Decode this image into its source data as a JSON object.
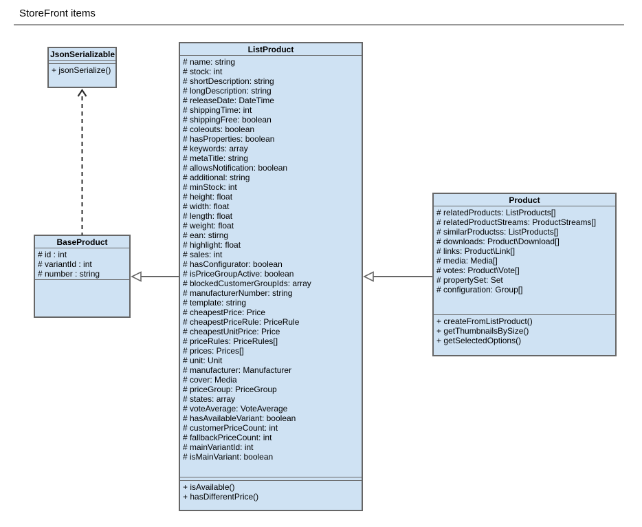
{
  "page": {
    "title": "StoreFront items"
  },
  "classes": {
    "jsonSerializable": {
      "name": "JsonSerializable",
      "attributes": [],
      "methods": [
        "+ jsonSerialize()"
      ]
    },
    "baseProduct": {
      "name": "BaseProduct",
      "attributes": [
        "# id : int",
        "# variantId : int",
        "# number : string"
      ],
      "methods": []
    },
    "listProduct": {
      "name": "ListProduct",
      "attributes": [
        "# name: string",
        "# stock: int",
        "# shortDescription: string",
        "# longDescription: string",
        "# releaseDate: DateTime",
        "# shippingTime: int",
        "# shippingFree: boolean",
        "# coleouts: boolean",
        "# hasProperties: boolean",
        "# keywords: array",
        "# metaTitle: string",
        "# allowsNotification: boolean",
        "# additional: string",
        "# minStock: int",
        "# height: float",
        "# width: float",
        "# length: float",
        "# weight: float",
        "# ean: stirng",
        "# highlight: float",
        "# sales: int",
        "# hasConfigurator: boolean",
        "# isPriceGroupActive: boolean",
        "# blockedCustomerGroupIds: array",
        "# manufacturerNumber: string",
        "# template: string",
        "# cheapestPrice: Price",
        "# cheapestPriceRule: PriceRule",
        "# cheapestUnitPrice: Price",
        "# priceRules: PriceRules[]",
        "# prices: Prices[]",
        "# unit: Unit",
        "# manufacturer: Manufacturer",
        "# cover: Media",
        "# priceGroup: PriceGroup",
        "# states: array",
        "# voteAverage: VoteAverage",
        "# hasAvailableVariant: boolean",
        "# customerPriceCount: int",
        "# fallbackPriceCount: int",
        "# mainVariantId: int",
        "# isMainVariant: boolean"
      ],
      "methods": [
        "+ isAvailable()",
        "+ hasDifferentPrice()"
      ]
    },
    "product": {
      "name": "Product",
      "attributes": [
        "# relatedProducts: ListProducts[]",
        "# relatedProductStreams: ProductStreams[]",
        "# similarProductss: ListProducts[]",
        "# downloads: Product\\Download[]",
        "# links: Product\\Link[]",
        "# media: Media[]",
        "# votes: Product\\Vote[]",
        "# propertySet: Set",
        "# configuration: Group[]"
      ],
      "methods": [
        "+ createFromListProduct()",
        "+ getThumbnailsBySize()",
        "+ getSelectedOptions()"
      ]
    }
  },
  "relations": [
    {
      "from": "BaseProduct",
      "to": "JsonSerializable",
      "type": "realization",
      "line": "dashed"
    },
    {
      "from": "ListProduct",
      "to": "BaseProduct",
      "type": "generalization",
      "line": "solid"
    },
    {
      "from": "Product",
      "to": "ListProduct",
      "type": "generalization",
      "line": "solid"
    }
  ],
  "colors": {
    "class_fill": "#cfe2f3",
    "class_border": "#666666",
    "connector": "#666666",
    "realization_line": "#2e2e2e",
    "rule_color": "#999999"
  }
}
